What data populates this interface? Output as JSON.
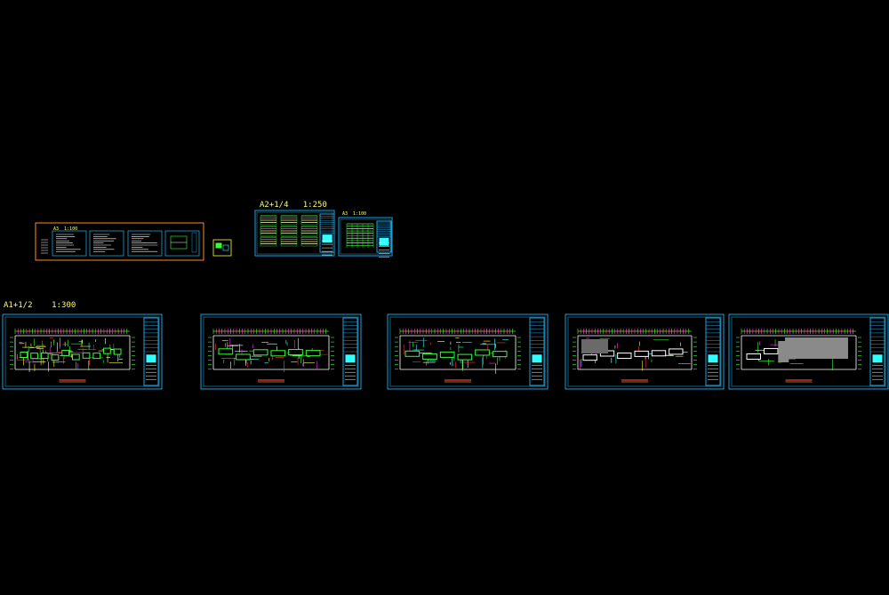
{
  "viewport": {
    "background": "#000000"
  },
  "colors": {
    "frame": "#1fa0d8",
    "label": "#ffff66",
    "group_outline": "#ff8a2a",
    "green": "#33ff33",
    "magenta": "#ff33ff",
    "yellow": "#ffff33",
    "white": "#ffffff",
    "cyan": "#33ffff",
    "red": "#ff3333",
    "gray": "#8a8a8a"
  },
  "labels": {
    "a2_scale": "A2+1/4   1:250",
    "a1_scale": "A1+1/2    1:300",
    "a3_scale": "A3  1:100",
    "sheet_small": "A3  1:100"
  },
  "sheets": {
    "cover_group": {
      "pages": 4
    },
    "detail_a2": {
      "blocks": 6
    },
    "detail_a3": {
      "blocks": 1
    },
    "plans": [
      {
        "variant": "dense"
      },
      {
        "variant": "medium"
      },
      {
        "variant": "medium"
      },
      {
        "variant": "sparse"
      },
      {
        "variant": "gray"
      }
    ]
  }
}
